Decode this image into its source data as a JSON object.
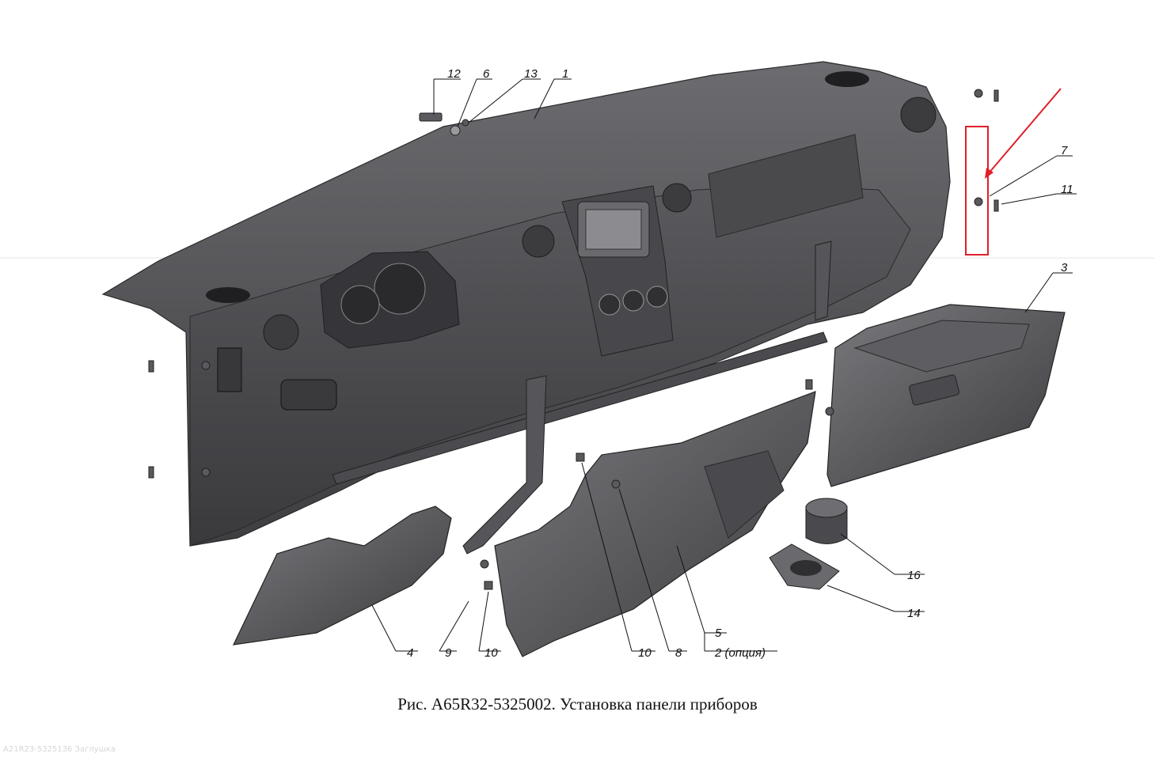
{
  "callouts": [
    "12",
    "6",
    "13",
    "1",
    "7",
    "11",
    "3",
    "4",
    "9",
    "10",
    "10",
    "8",
    "5",
    "2 (опция)",
    "16",
    "14"
  ],
  "caption": "Рис. А65R32-5325002. Установка панели приборов",
  "watermark": "A21R23-5325136 Заглушка",
  "colors": {
    "highlight": "#e0202a",
    "part": "#555558",
    "part_dark": "#2e2e30",
    "part_light": "#8a8a8e"
  }
}
